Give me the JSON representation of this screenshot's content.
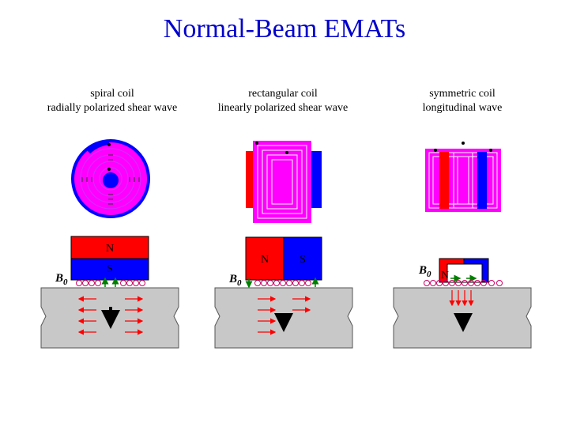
{
  "title": "Normal-Beam EMATs",
  "panels": [
    {
      "caption1": "spiral coil",
      "caption2": "radially polarized shear wave"
    },
    {
      "caption1": "rectangular coil",
      "caption2": "linearly polarized shear wave"
    },
    {
      "caption1": "symmetric coil",
      "caption2": "longitudinal wave"
    }
  ],
  "labels": {
    "north": "N",
    "south": "S",
    "field": "B",
    "field_sub": "0"
  },
  "colors": {
    "magnet_north": "#ff0000",
    "magnet_south": "#0000ff",
    "coil": "#ff00ff",
    "specimen": "#c8c8c8",
    "current_dots": "#cc0066",
    "wave_arrows": "#ff0000"
  }
}
